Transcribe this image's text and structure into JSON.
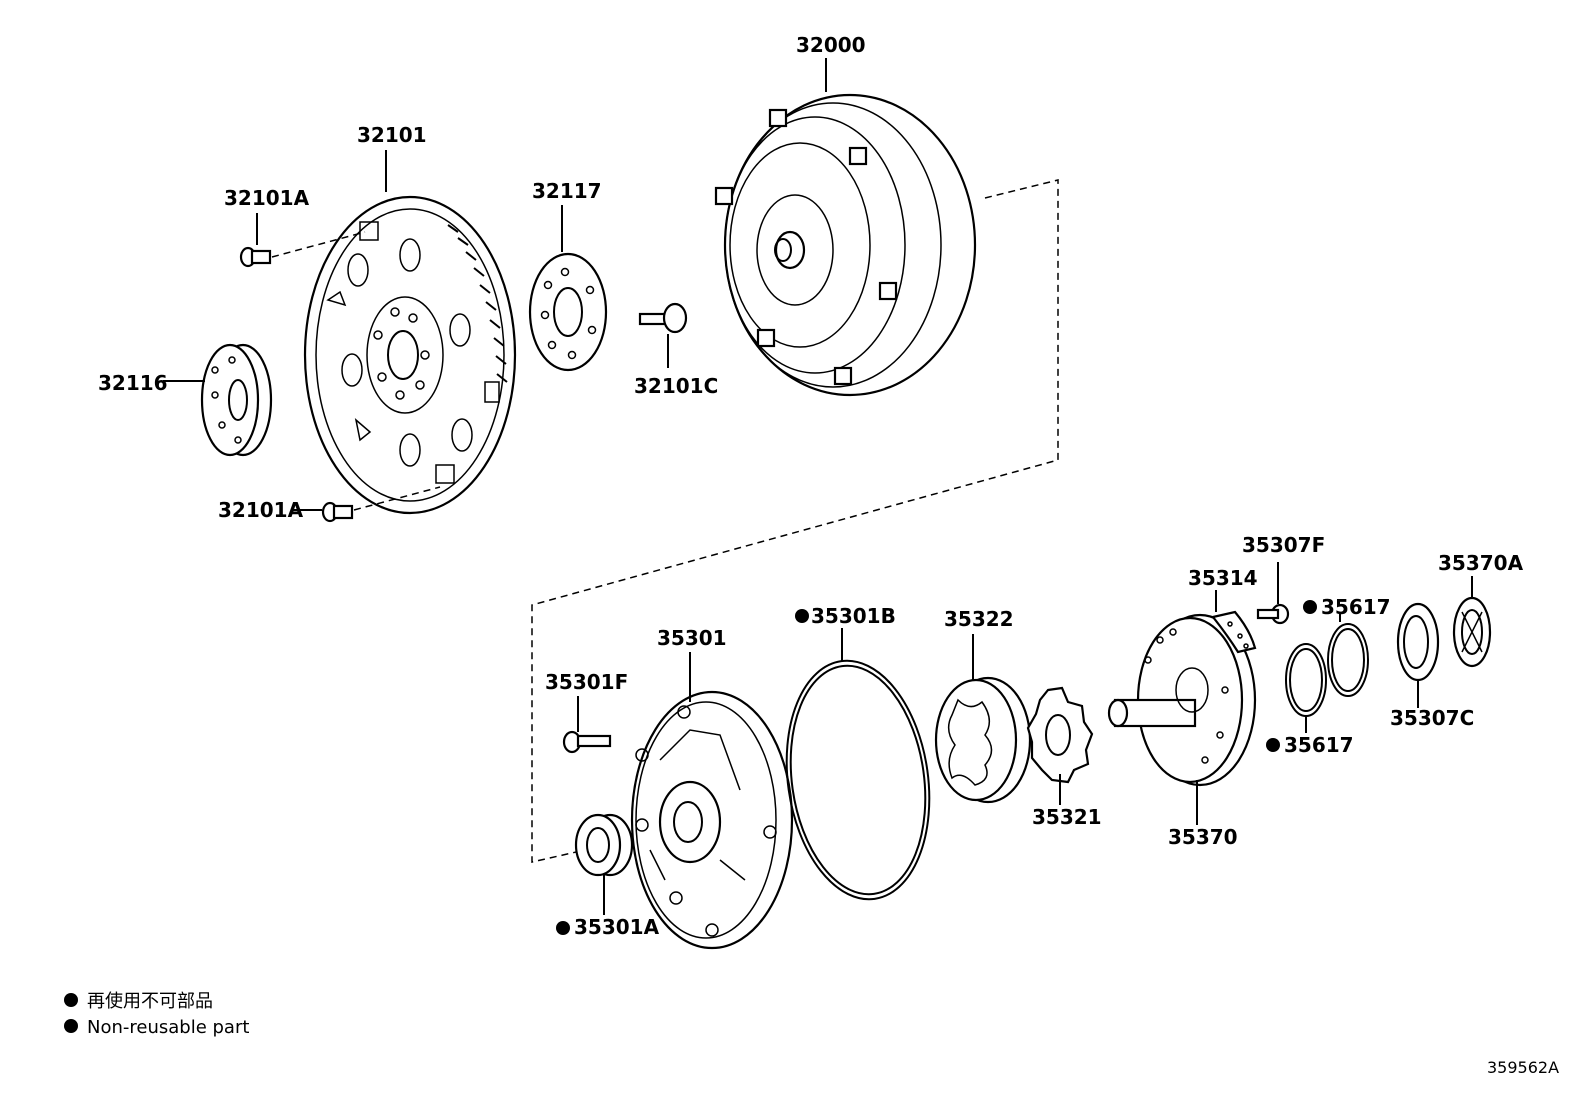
{
  "parts": {
    "p32000": "32000",
    "p32101": "32101",
    "p32101A_top": "32101A",
    "p32101A_bottom": "32101A",
    "p32116": "32116",
    "p32117": "32117",
    "p32101C": "32101C",
    "p35301": "35301",
    "p35301B": "35301B",
    "p35322": "35322",
    "p35321": "35321",
    "p35314": "35314",
    "p35307F": "35307F",
    "p35617_top": "35617",
    "p35617_bottom": "35617",
    "p35370": "35370",
    "p35370A": "35370A",
    "p35307C": "35307C",
    "p35301F": "35301F",
    "p35301A": "35301A"
  },
  "legend": {
    "line_jp": "再使用不可部品",
    "line_en": "Non-reusable part"
  },
  "drawing_id": "359562A"
}
